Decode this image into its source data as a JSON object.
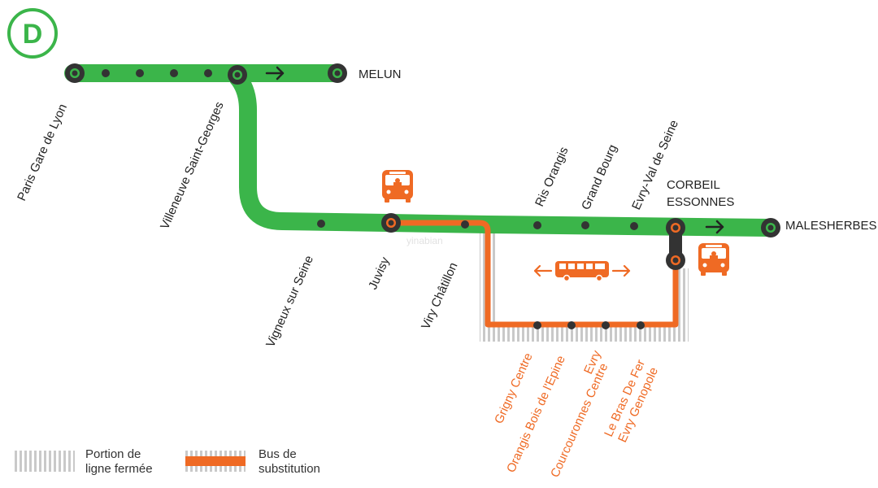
{
  "line_badge": "D",
  "colors": {
    "green": "#3bb54a",
    "orange": "#ef6a24",
    "station": "#333333",
    "closed": "#c9c9c9"
  },
  "terminals": {
    "melun": "MELUN",
    "malesherbes": "MALESHERBES"
  },
  "stations": {
    "paris": "Paris Gare de Lyon",
    "villeneuve": "Villeneuve Saint-Georges",
    "vigneux": "Vigneux sur Seine",
    "juvisy": "Juvisy",
    "viry": "Viry Châtillon",
    "ris": "Ris Orangis",
    "grand_bourg": "Grand Bourg",
    "evry_val": "Evry-Val de Seine",
    "corbeil_1": "CORBEIL",
    "corbeil_2": "ESSONNES"
  },
  "bus_stops": {
    "grigny": "Grigny Centre",
    "orangis": "Orangis Bois de l'Epine",
    "evry_a": "Evry",
    "evry_b": "Courcouronnes Centre",
    "bras_a": "Le Bras De Fer",
    "bras_b": "Evry Genopole"
  },
  "legend": {
    "closed_1": "Portion de",
    "closed_2": "ligne fermée",
    "bus_1": "Bus de",
    "bus_2": "substitution"
  },
  "watermark": "yinabian"
}
